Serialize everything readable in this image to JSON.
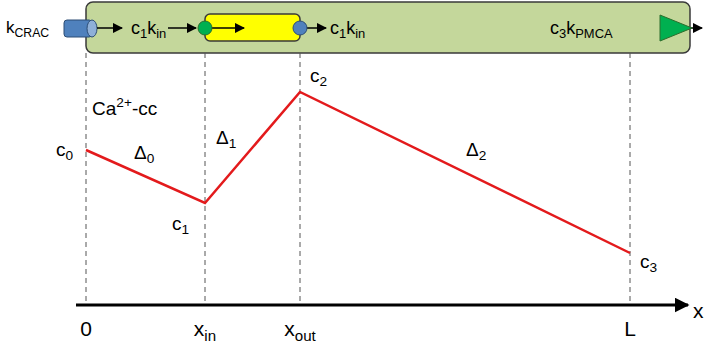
{
  "diagram": {
    "labels": [
      "kCRAC",
      "c1kin",
      "c1kin",
      "c3kPMCA",
      "Ca2+-cc",
      "c0",
      "Δ0",
      "c1",
      "Δ1",
      "c2",
      "Δ2",
      "c3",
      "0",
      "xin",
      "xout",
      "L",
      "x"
    ]
  }
}
